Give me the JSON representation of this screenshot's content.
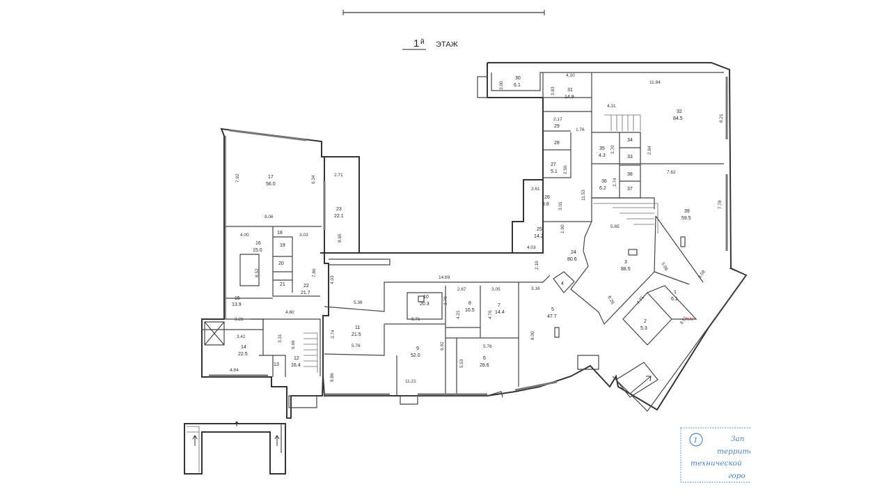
{
  "title": {
    "number": "1",
    "suffix": "й",
    "label": "ЭТАЖ"
  },
  "rooms": [
    {
      "id": "17",
      "area": "56.0"
    },
    {
      "id": "16",
      "area": "15.0"
    },
    {
      "id": "15",
      "area": "13.9"
    },
    {
      "id": "14",
      "area": "22.5"
    },
    {
      "id": "13",
      "area": ""
    },
    {
      "id": "12",
      "area": "16.4"
    },
    {
      "id": "18",
      "area": ""
    },
    {
      "id": "19",
      "area": ""
    },
    {
      "id": "20",
      "area": ""
    },
    {
      "id": "21",
      "area": ""
    },
    {
      "id": "22",
      "area": "21.7"
    },
    {
      "id": "23",
      "area": "22.1"
    },
    {
      "id": "11",
      "area": "21.5"
    },
    {
      "id": "10",
      "area": "20.3"
    },
    {
      "id": "9",
      "area": "52.0"
    },
    {
      "id": "8",
      "area": "10.5"
    },
    {
      "id": "7",
      "area": "14.4"
    },
    {
      "id": "6",
      "area": "28.6"
    },
    {
      "id": "5",
      "area": "47.7"
    },
    {
      "id": "4",
      "area": ""
    },
    {
      "id": "3",
      "area": "88.5"
    },
    {
      "id": "2",
      "area": "5.3"
    },
    {
      "id": "1",
      "area": "6.1"
    },
    {
      "id": "24",
      "area": "80.6"
    },
    {
      "id": "25",
      "area": "14.2"
    },
    {
      "id": "26",
      "area": "9.8"
    },
    {
      "id": "27",
      "area": "5.1"
    },
    {
      "id": "28",
      "area": ""
    },
    {
      "id": "29",
      "area": ""
    },
    {
      "id": "30",
      "area": "6.1"
    },
    {
      "id": "31",
      "area": "14.9"
    },
    {
      "id": "32",
      "area": "84.5"
    },
    {
      "id": "33",
      "area": ""
    },
    {
      "id": "34",
      "area": ""
    },
    {
      "id": "35",
      "area": "4.3"
    },
    {
      "id": "36",
      "area": "6.2"
    },
    {
      "id": "37",
      "area": ""
    },
    {
      "id": "38",
      "area": ""
    },
    {
      "id": "39",
      "area": "59.5"
    }
  ],
  "dimensions": [
    "7.92",
    "6.34",
    "8.06",
    "4.00",
    "3.03",
    "8.52",
    "7.86",
    "4.80",
    "3.21",
    "3.42",
    "3.31",
    "6.66",
    "4.84",
    "4.03",
    "2.71",
    "8.65",
    "5.36",
    "3.74",
    "5.76",
    "14.69",
    "2.67",
    "3.05",
    "3.70",
    "5.71",
    "4.21",
    "4.76",
    "5.76",
    "6.92",
    "5.53",
    "11.21",
    "8.89",
    "3.16",
    "8.00",
    "2.10",
    "4.03",
    "3.61",
    "3.01",
    "1.90",
    "11.53",
    "3.00",
    "4.10",
    "3.83",
    "11.84",
    "4.31",
    "2.17",
    "1.76",
    "2.70",
    "2.84",
    "2.56",
    "2.74",
    "7.62",
    "8.21",
    "7.78",
    "5.65",
    "5.06",
    "6.26",
    "7.71",
    "3.59",
    "9.51"
  ],
  "exit_marker": "XIV",
  "stamp": {
    "number": "1",
    "lines": [
      "Зап",
      "террито",
      "технической",
      "горо"
    ]
  }
}
